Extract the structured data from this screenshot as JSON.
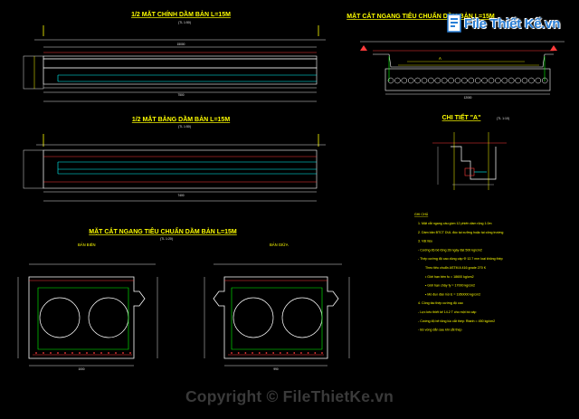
{
  "logo": {
    "text": "File Thiết Kế.vn"
  },
  "footer": {
    "text": "Copyright © FileThietKe.vn"
  },
  "views": {
    "elevation": {
      "title": "1/2 MẶT CHÍNH DẦM BẢN L=15M",
      "scale": "(TL 1:50)",
      "length": "15000",
      "half": "7500"
    },
    "plan": {
      "title": "1/2 MẶT BẰNG DẦM BẢN L=15M",
      "scale": "(TL 1:50)",
      "length": "7400"
    },
    "section_top": {
      "title": "MẶT CẮT NGANG TIÊU CHUẨN DẦM BẢN L=15M",
      "width": "12000",
      "label_a": "A"
    },
    "detail": {
      "title": "CHI TIẾT \"A\"",
      "scale": "(TL 1:10)"
    },
    "section_bottom": {
      "title": "MẶT CẮT NGANG TIÊU CHUẨN DẦM BẢN L=15M",
      "scale": "(TL 1:20)",
      "left_label": "BẢN BIÊN",
      "right_label": "BẢN GIỮA",
      "left_width": "1000",
      "right_width": "990"
    }
  },
  "notes": {
    "heading": "GHI CHÚ",
    "items": [
      "1. Mặt cắt ngang cầu gồm 12 phiến dầm rộng 1.0m",
      "2. Dầm bản BTCT DUL đúc tại xưởng hoặc tại công trường",
      "3. Vật liệu",
      "- Cường độ bê tông 28 ngày đạt 500 kg/cm2",
      "- Thép cường độ cao dùng cáp Φ 12.7 mm loại không thép",
      "Theo tiêu chuẩn ASTM A 416 grade 270 K",
      "• Giới hạn bền fu = 18600 kg/cm2",
      "• Giới hạn chảy fy = 17000 kg/cm2",
      "• Mô đun đàn hồi E = 1950000 kg/cm2",
      "4. Công tác thép cường độ cao",
      "- Lực kéo thiết kế 14.2 T cho một bó cáp",
      "- Cường độ bê tông lúc cắt thép: Rtanh = 450 kg/cm2",
      "- Bó vòng dẫn sau khi cắt thép"
    ]
  }
}
